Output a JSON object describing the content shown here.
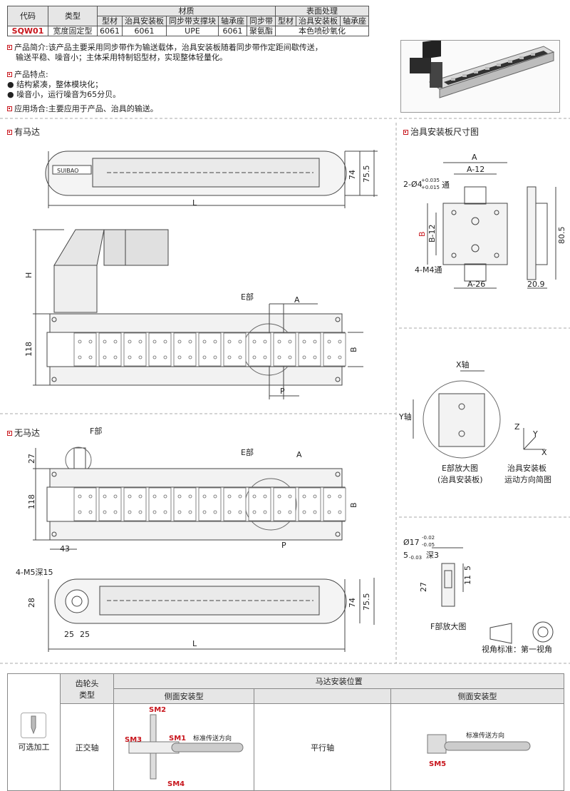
{
  "spec_table": {
    "col_code": "代码",
    "col_type": "类型",
    "col_material": "材质",
    "col_surface": "表面处理",
    "material_sub": [
      "型材",
      "治具安装板",
      "同步带支撑块",
      "轴承座",
      "同步带"
    ],
    "surface_sub": [
      "型材",
      "治具安装板",
      "轴承座"
    ],
    "row": {
      "code": "SQW01",
      "type": "宽度固定型",
      "m1": "6061",
      "m2": "6061",
      "m3": "UPE",
      "m4": "6061",
      "m5": "聚氨酯",
      "surface": "本色喷砂氧化"
    }
  },
  "intro": {
    "label": "产品简介:",
    "line1": "该产品主要采用同步带作为输送载体，治具安装板随着同步带作定距间歇传送，",
    "line2": "输送平稳、噪音小；主体采用特制铝型材，实现整体轻量化。"
  },
  "features": {
    "label": "产品特点:",
    "items": [
      "结构紧凑，整体模块化；",
      "噪音小，运行噪音为65分贝。"
    ]
  },
  "application": {
    "label": "应用场合:",
    "text": "主要应用于产品、治具的输送。"
  },
  "sections": {
    "with_motor": "有马达",
    "without_motor": "无马达",
    "plate_dim": "治具安装板尺寸图"
  },
  "dims": {
    "L": "L",
    "H": "H",
    "d74": "74",
    "d755": "75.5",
    "d118": "118",
    "A": "A",
    "B": "B",
    "P": "P",
    "Epart": "E部",
    "Fpart": "F部",
    "d27": "27",
    "d43": "43",
    "d28": "28",
    "d25": "25",
    "m5": "4-M5深15",
    "A12": "A-12",
    "A26": "A-26",
    "B12": "B-12",
    "d805": "80.5",
    "d209": "20.9",
    "hole2": "2-Ø4",
    "tol_plus": "+0.035",
    "tol_minus": "+0.015",
    "tong": "通",
    "m4": "4-M4通",
    "xaxis": "X轴",
    "yaxis": "Y轴",
    "Z": "Z",
    "Y": "Y",
    "X": "X",
    "e_cap1": "E部放大图",
    "e_cap2": "(治具安装板)",
    "dir_cap1": "治具安装板",
    "dir_cap2": "运动方向简图",
    "d17": "Ø17",
    "d17_p": "-0.02",
    "d17_m": "-0.05",
    "d5": "5",
    "d5_sub": "-0.03",
    "deep3": "深3",
    "d5b": "5",
    "d11": "11",
    "d27b": "27",
    "f_cap": "F部放大图",
    "view_std": "视角标准：第一视角",
    "logo": "SUIBAO"
  },
  "bottom": {
    "optional": "可选加工",
    "gear_head": "齿轮头",
    "type": "类型",
    "motor_pos": "马达安装位置",
    "side1": "侧面安装型",
    "side2": "侧面安装型",
    "ortho": "正交轴",
    "parallel": "平行轴",
    "sm1": "SM1",
    "sm2": "SM2",
    "sm3": "SM3",
    "sm4": "SM4",
    "sm5": "SM5",
    "std_dir": "标准传送方向"
  },
  "colors": {
    "accent": "#c8161d",
    "line": "#444",
    "fill": "#eeeeee"
  }
}
